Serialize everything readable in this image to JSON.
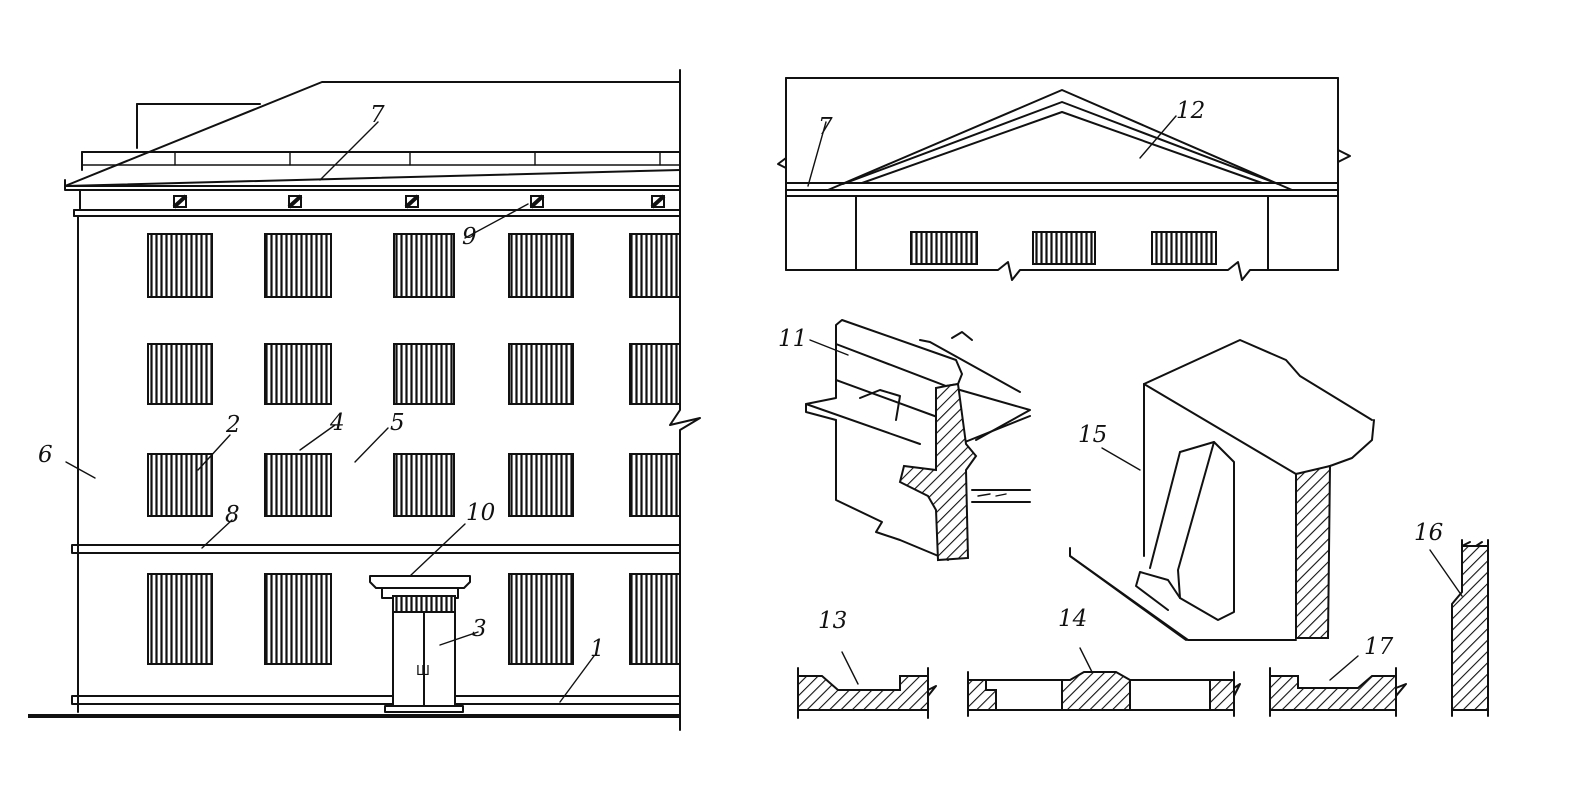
{
  "labels": {
    "l1": "1",
    "l2": "2",
    "l3": "3",
    "l4": "4",
    "l5": "5",
    "l6": "6",
    "l7a": "7",
    "l7b": "7",
    "l8": "8",
    "l9": "9",
    "l10": "10",
    "l11": "11",
    "l12": "12",
    "l13": "13",
    "l14": "14",
    "l15": "15",
    "l16": "16",
    "l17": "17"
  },
  "facade": {
    "window_columns": 5,
    "window_rows_upper": 3,
    "ground_floor_window_count": 4,
    "door_glyph": "Ш"
  }
}
